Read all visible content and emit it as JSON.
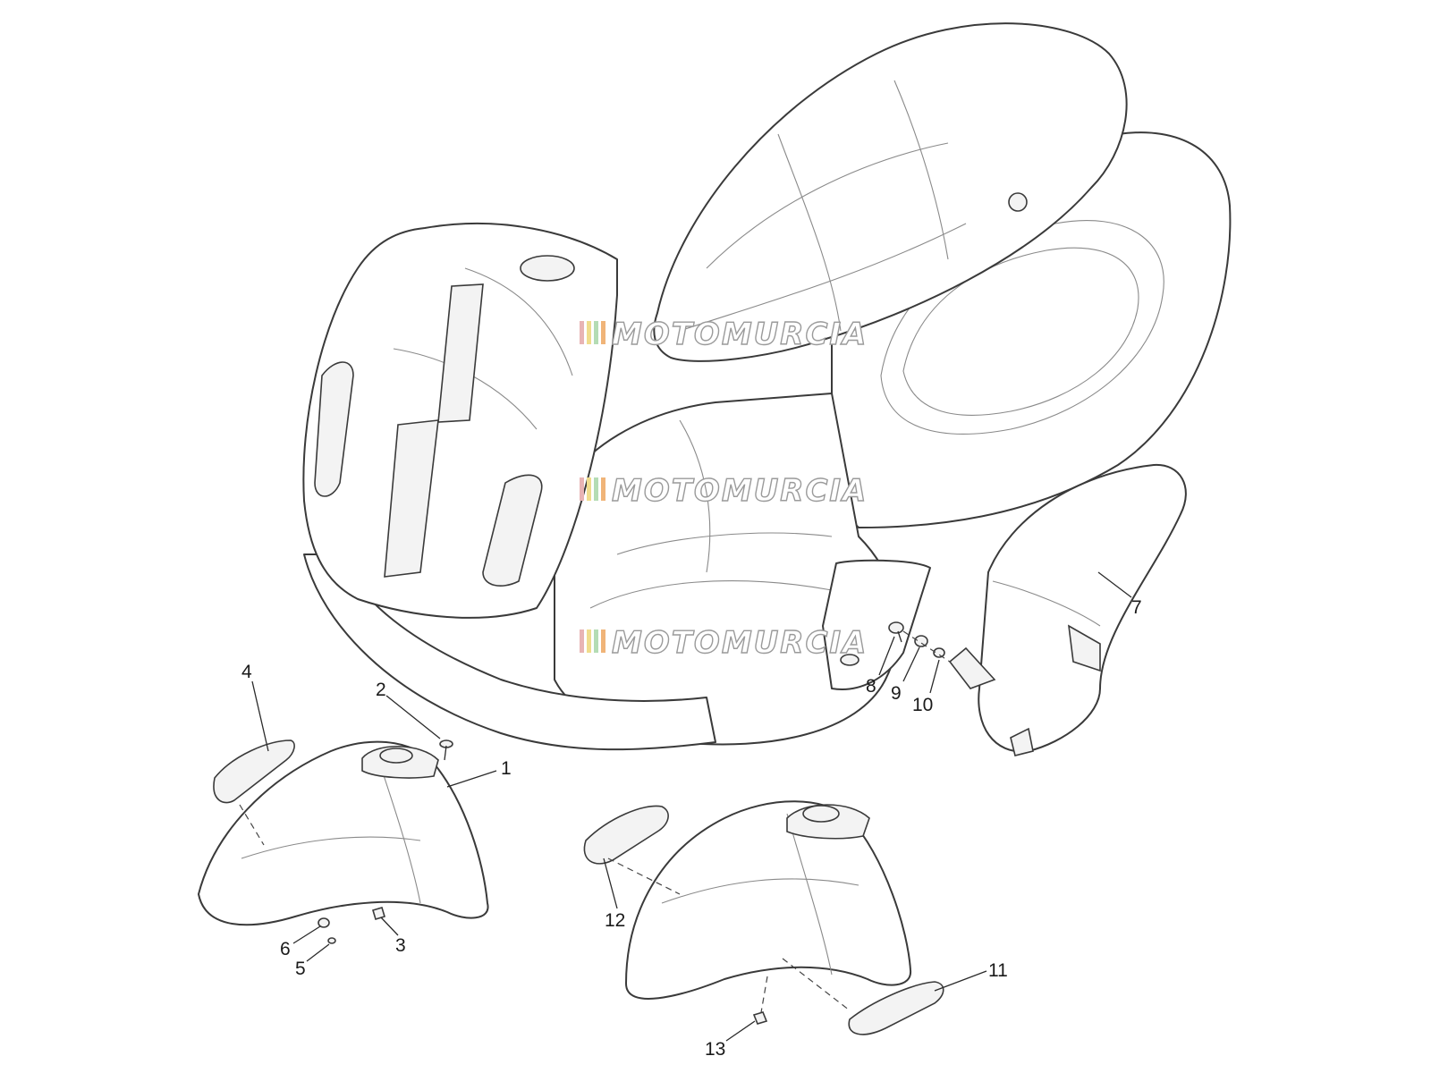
{
  "diagram": {
    "callouts": [
      "1",
      "2",
      "3",
      "4",
      "5",
      "6",
      "7",
      "8",
      "9",
      "10",
      "11",
      "12",
      "13"
    ],
    "watermark": {
      "text": "MOTOMURCIA",
      "stripe_colors": [
        "#e8b4b4",
        "#f0dc8c",
        "#b4dcb4",
        "#f0b478"
      ]
    },
    "colors": {
      "line": "#3a3a3a",
      "fill": "#ffffff"
    }
  }
}
